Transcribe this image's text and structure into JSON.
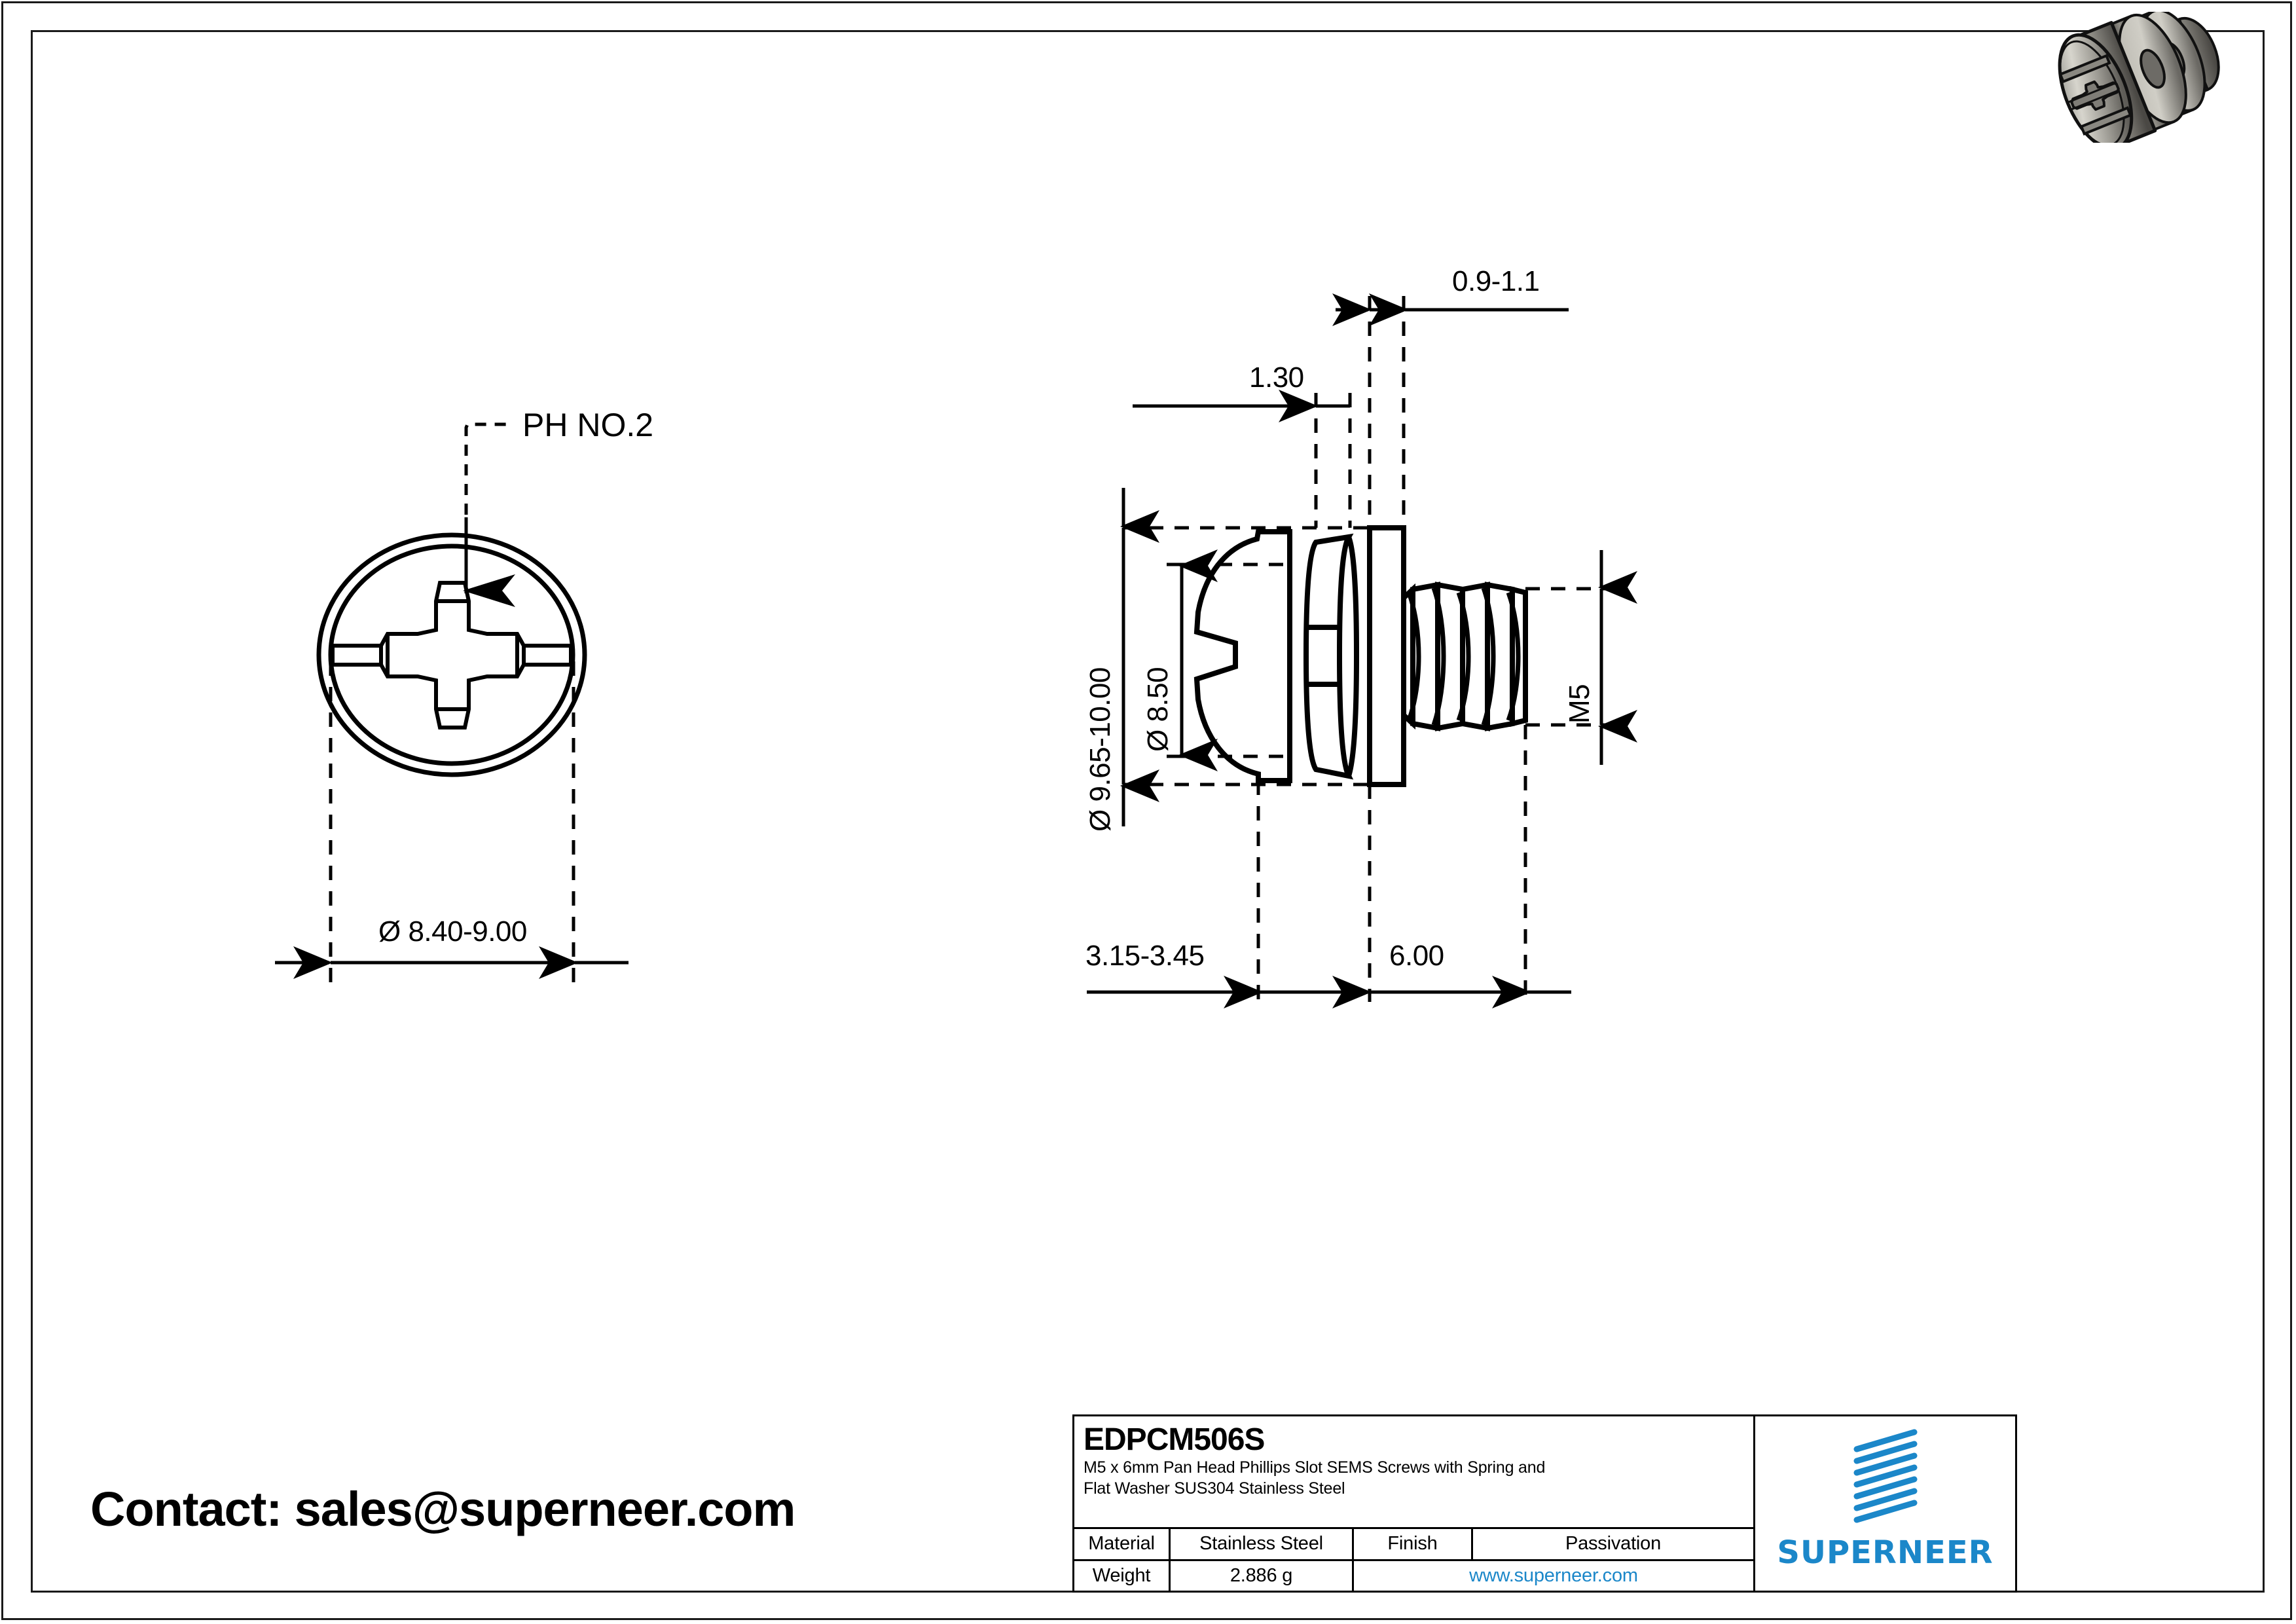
{
  "drawing": {
    "part_number": "EDPCM506S",
    "description_line1": "M5 x 6mm Pan Head Phillips Slot SEMS Screws with Spring and",
    "description_line2": "Flat Washer SUS304 Stainless Steel",
    "contact": "Contact: sales@superneer.com"
  },
  "views": {
    "top_view": {
      "leader_label": "PH NO.2",
      "diameter_dim": "Ø 8.40-9.00"
    },
    "side_view": {
      "washer_thickness": "0.9-1.1",
      "spring_washer_thickness": "1.30",
      "outer_diameter": "Ø 9.65-10.00",
      "head_diameter": "Ø 8.50",
      "thread_size": "M5",
      "head_height": "3.15-3.45",
      "thread_length": "6.00"
    }
  },
  "title_block": {
    "labels": {
      "material": "Material",
      "finish": "Finish",
      "weight": "Weight"
    },
    "values": {
      "material": "Stainless Steel",
      "finish": "Passivation",
      "weight": "2.886 g",
      "website": "www.superneer.com"
    },
    "brand": "SUPERNEER"
  },
  "colors": {
    "brand_blue": "#1b87c9",
    "line": "#000000",
    "background": "#ffffff"
  }
}
